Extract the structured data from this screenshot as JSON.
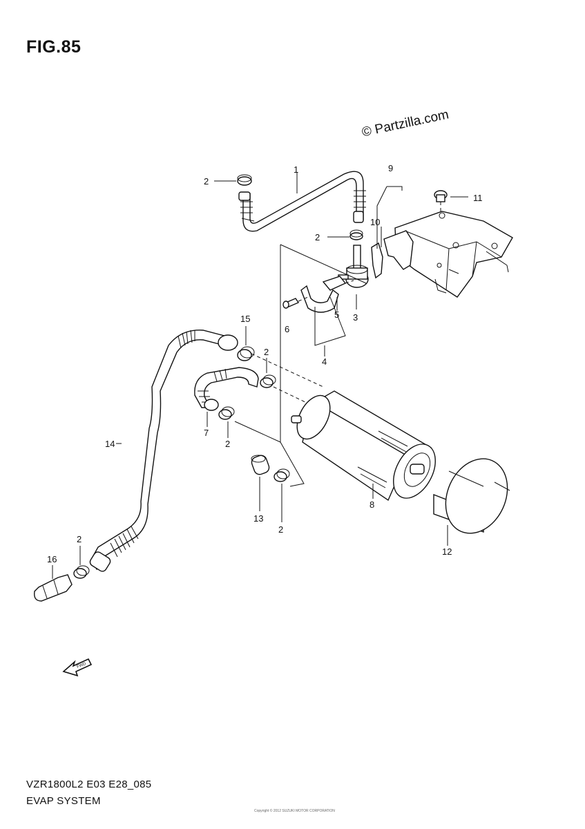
{
  "figure": {
    "title": "FIG.85",
    "watermark": "© Partzilla.com",
    "model_code": "VZR1800L2 E03 E28_085",
    "system_name": "EVAP SYSTEM",
    "fwd_label": "FWD",
    "small_print": "Copyright © 2012 SUZUKI MOTOR CORPORATION"
  },
  "callouts": {
    "c1": "1",
    "c2a": "2",
    "c2b": "2",
    "c2c": "2",
    "c2d": "2",
    "c2e": "2",
    "c2f": "2",
    "c3": "3",
    "c4": "4",
    "c5": "5",
    "c6": "6",
    "c7": "7",
    "c8": "8",
    "c9": "9",
    "c10": "10",
    "c11": "11",
    "c12": "12",
    "c13": "13",
    "c14": "14",
    "c15": "15",
    "c16": "16"
  }
}
